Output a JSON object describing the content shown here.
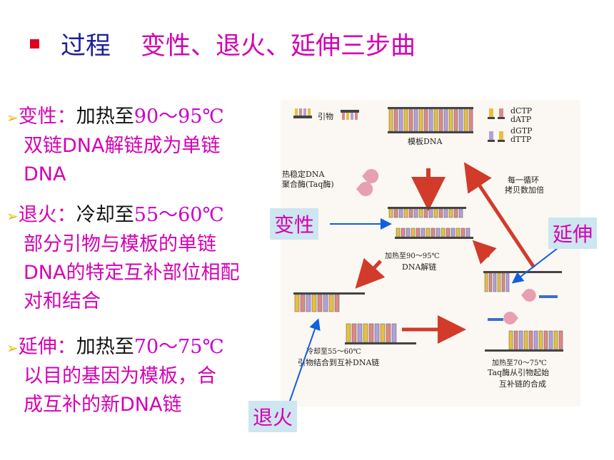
{
  "title": {
    "label": "过程",
    "text": "变性、退火、延伸三步曲"
  },
  "steps": [
    {
      "name": "变性：",
      "desc1": "加热至",
      "temp": "90～95℃",
      "line2": "双链DNA解链成为单链",
      "line3": "DNA"
    },
    {
      "name": "退火：",
      "desc1": "冷却至",
      "temp": "55～60℃",
      "line2": "部分引物与模板的单链",
      "line3": "DNA的特定互补部位相配",
      "line4": "对和结合"
    },
    {
      "name": "延伸：",
      "desc1": "加热至",
      "temp": "70～75℃",
      "line2": "以目的基因为模板，合",
      "line3": "成互补的新DNA链"
    }
  ],
  "diagram": {
    "primer_label": "引物",
    "template_label": "模板DNA",
    "dntps": [
      "dCTP",
      "dATP",
      "dGTP",
      "dTTP"
    ],
    "enzyme_label_1": "热稳定DNA",
    "enzyme_label_2": "聚合酶(Taq酶)",
    "cycle_label_1": "每一循环",
    "cycle_label_2": "拷贝数加倍",
    "denature_label_1": "加热至90～95℃",
    "denature_label_2": "DNA解链",
    "anneal_label_1": "冷却至55～60℃",
    "anneal_label_2": "引物结合到互补DNA链",
    "extend_label_1": "加热至70～75℃",
    "extend_label_2": "Taq酶从引物起始",
    "extend_label_3": "互补链的合成"
  },
  "callouts": {
    "denature": "变性",
    "extend": "延伸",
    "anneal": "退火"
  }
}
